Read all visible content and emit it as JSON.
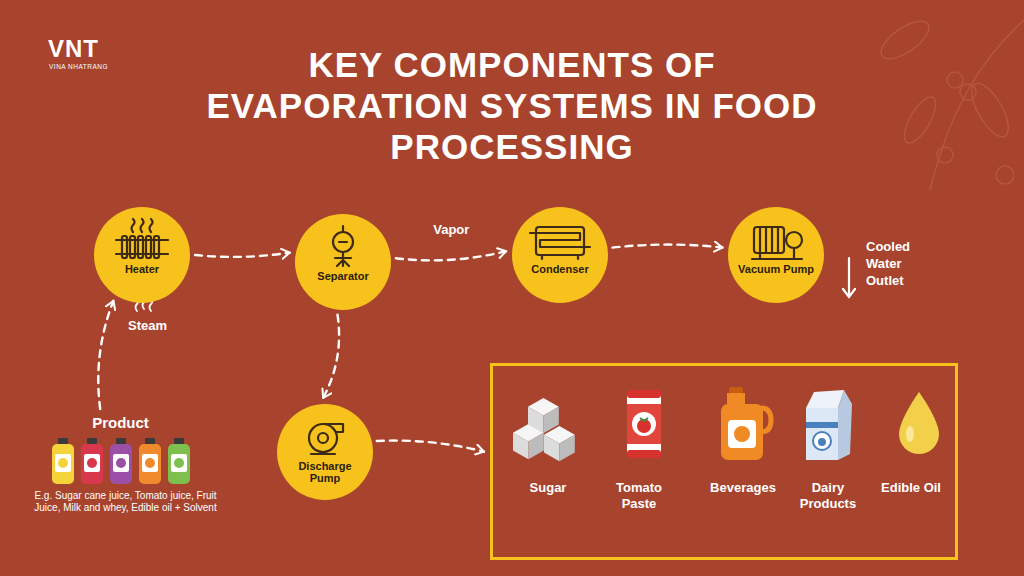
{
  "diagram": {
    "title": "KEY COMPONENTS OF EVAPORATION SYSTEMS IN FOOD PROCESSING",
    "nodes": [
      {
        "text": [
          "Heater"
        ]
      },
      {
        "text": [
          "Separator"
        ]
      },
      {
        "text": [
          "Condenser"
        ]
      },
      {
        "text": [
          "Vacuum Pump"
        ]
      },
      {
        "text": [
          "Product",
          "E.g. Sugar cane juice, Tomato juice, Fruit Juice, Milk and whey, Edible oil + Solvent"
        ]
      },
      {
        "text": [
          "Discharge Pump"
        ]
      },
      {
        "text": []
      },
      {
        "text": [
          "Sugar"
        ],
        "in": 6
      },
      {
        "text": [
          "Tomato Paste"
        ],
        "in": 6
      },
      {
        "text": [
          "Beverages"
        ],
        "in": 6
      },
      {
        "text": [
          "Dairy Products"
        ],
        "in": 6
      },
      {
        "text": [
          "Edible Oil"
        ],
        "in": 6
      }
    ],
    "edges": [
      {
        "from": 4,
        "to": 0,
        "arrow": "to"
      },
      {
        "from": 0,
        "to": 1,
        "arrow": "to"
      },
      {
        "from": 1,
        "to": 2,
        "label": "Vapor",
        "arrow": "to"
      },
      {
        "from": 2,
        "to": 3,
        "arrow": "to"
      },
      {
        "from": 1,
        "to": 5,
        "arrow": "to"
      },
      {
        "from": 5,
        "to": 6,
        "arrow": "to"
      }
    ],
    "labels": [
      "VNT",
      "VINA NHATRANG",
      "Steam",
      "Cooled Water Outlet"
    ]
  }
}
